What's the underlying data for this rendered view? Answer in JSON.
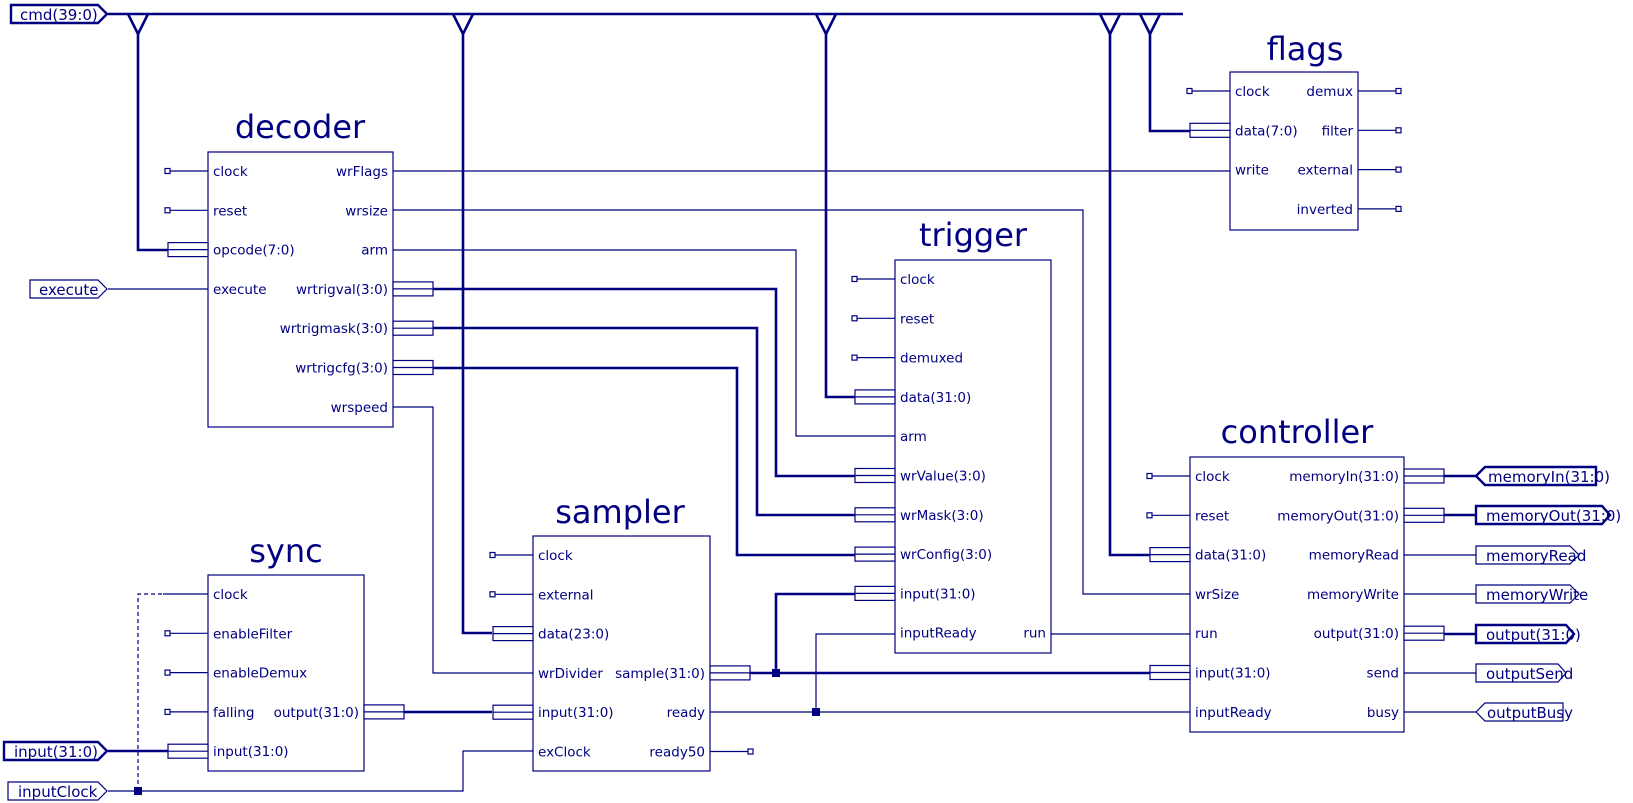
{
  "colors": {
    "ink": "#000080",
    "background": "#ffffff"
  },
  "blocks": {
    "decoder": {
      "title": "decoder",
      "inputs": [
        "clock",
        "reset",
        "opcode(7:0)",
        "execute"
      ],
      "outputs": [
        "wrFlags",
        "wrsize",
        "arm",
        "wrtrigval(3:0)",
        "wrtrigmask(3:0)",
        "wrtrigcfg(3:0)",
        "wrspeed"
      ]
    },
    "flags": {
      "title": "flags",
      "inputs": [
        "clock",
        "data(7:0)",
        "write"
      ],
      "outputs": [
        "demux",
        "filter",
        "external",
        "inverted"
      ]
    },
    "trigger": {
      "title": "trigger",
      "inputs": [
        "clock",
        "reset",
        "demuxed",
        "data(31:0)",
        "arm",
        "wrValue(3:0)",
        "wrMask(3:0)",
        "wrConfig(3:0)",
        "input(31:0)",
        "inputReady"
      ],
      "outputs": [
        "run"
      ]
    },
    "controller": {
      "title": "controller",
      "inputs": [
        "clock",
        "reset",
        "data(31:0)",
        "wrSize",
        "run",
        "input(31:0)",
        "inputReady"
      ],
      "outputs": [
        "memoryIn(31:0)",
        "memoryOut(31:0)",
        "memoryRead",
        "memoryWrite",
        "output(31:0)",
        "send",
        "busy"
      ]
    },
    "sampler": {
      "title": "sampler",
      "inputs": [
        "clock",
        "external",
        "data(23:0)",
        "wrDivider",
        "input(31:0)",
        "exClock"
      ],
      "outputs": [
        "sample(31:0)",
        "ready",
        "ready50"
      ]
    },
    "sync": {
      "title": "sync",
      "inputs": [
        "clock",
        "enableFilter",
        "enableDemux",
        "falling",
        "input(31:0)"
      ],
      "outputs": [
        "output(31:0)"
      ]
    }
  },
  "ports": {
    "cmd": "cmd(39:0)",
    "execute": "execute",
    "input": "input(31:0)",
    "inputClock": "inputClock",
    "memoryIn": "memoryIn(31:0)",
    "memoryOut": "memoryOut(31:0)",
    "memoryRead": "memoryRead",
    "memoryWrite": "memoryWrite",
    "output": "output(31:0)",
    "outputSend": "outputSend",
    "outputBusy": "outputBusy"
  }
}
